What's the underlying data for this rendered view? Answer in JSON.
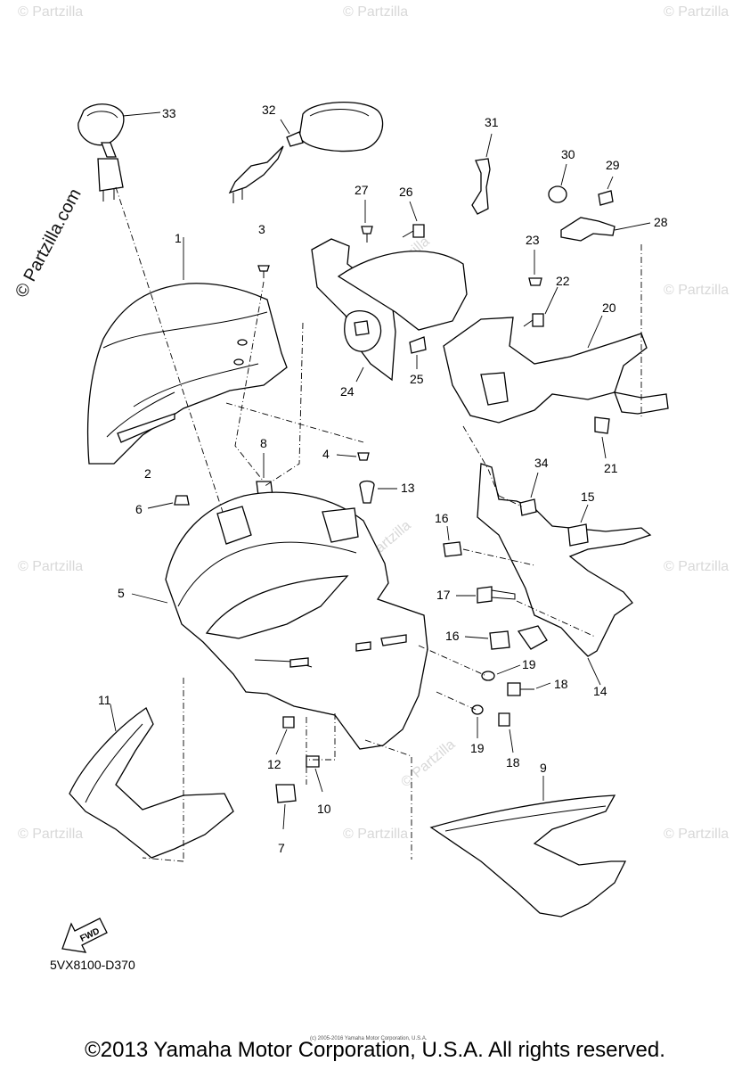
{
  "watermark": {
    "text": "© Partzilla",
    "side_text": "© Partzilla.com"
  },
  "callouts": {
    "c1": "1",
    "c2": "2",
    "c3": "3",
    "c4": "4",
    "c5": "5",
    "c6": "6",
    "c7": "7",
    "c8": "8",
    "c9": "9",
    "c10": "10",
    "c11": "11",
    "c12": "12",
    "c13": "13",
    "c14": "14",
    "c15": "15",
    "c16a": "16",
    "c16b": "16",
    "c17": "17",
    "c18a": "18",
    "c18b": "18",
    "c19a": "19",
    "c19b": "19",
    "c20": "20",
    "c21": "21",
    "c22": "22",
    "c23": "23",
    "c24": "24",
    "c25": "25",
    "c26": "26",
    "c27": "27",
    "c28": "28",
    "c29": "29",
    "c30": "30",
    "c31": "31",
    "c32": "32",
    "c33": "33",
    "c34": "34"
  },
  "fwd_label": "FWD",
  "diagram_code": "5VX8100-D370",
  "small_copyright": "(c) 2005-2016 Yamaha Motor Corporation, U.S.A.",
  "footer": "©2013 Yamaha Motor Corporation, U.S.A. All rights reserved."
}
